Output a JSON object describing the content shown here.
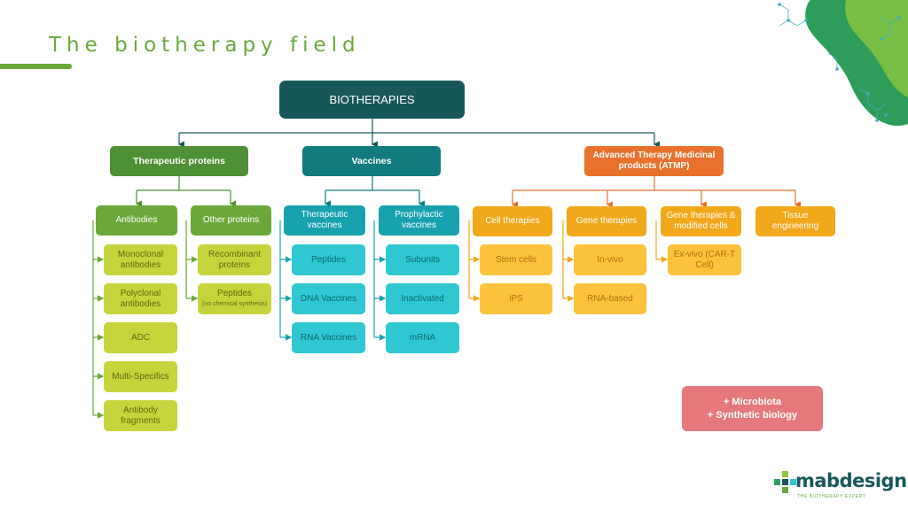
{
  "title": "The biotherapy field",
  "root": "BIOTHERAPIES",
  "categories": {
    "proteins": "Therapeutic proteins",
    "vaccines": "Vaccines",
    "atmp": "Advanced Therapy Medicinal products (ATMP)"
  },
  "proteins": {
    "antibodies": {
      "label": "Antibodies",
      "items": [
        "Monoclonal antibodies",
        "Polyclonal antibodies",
        "ADC",
        "Multi-Specifics",
        "Antibody fragments"
      ]
    },
    "other": {
      "label": "Other proteins",
      "items": [
        "Recombinant proteins",
        "Peptides"
      ],
      "peptides_note": "(no chemical synthesis)"
    }
  },
  "vaccines": {
    "therapeutic": {
      "label": "Therapeutic vaccines",
      "items": [
        "Peptides",
        "DNA Vaccines",
        "RNA Vaccines"
      ]
    },
    "prophylactic": {
      "label": "Prophylactic vaccines",
      "items": [
        "Subunits",
        "Inactivated",
        "mRNA"
      ]
    }
  },
  "atmp": {
    "cell": {
      "label": "Cell therapies",
      "items": [
        "Stem cells",
        "iPS"
      ]
    },
    "gene": {
      "label": "Gene therapies",
      "items": [
        "In-vivo",
        "RNA-based"
      ]
    },
    "gene_modified": {
      "label": "Gene therapies & modified cells",
      "items": [
        "Ex-vivo (CAR-T Cell)"
      ]
    },
    "tissue": {
      "label": "Tissue engineering"
    }
  },
  "extra": {
    "line1": "+ Microbiota",
    "line2": "+ Synthetic biology"
  },
  "logo": {
    "name": "mabdesign",
    "tagline": "THE BIOTHERAPY EXPERT"
  },
  "colors": {
    "root": "#17575b",
    "green_header": "#4f8f35",
    "teal_header": "#127b80",
    "orange_header": "#e8712b",
    "green": "#6aa83b",
    "teal": "#17a2ae",
    "yellow": "#f2a81b",
    "lime": "#c6d43c",
    "cyan": "#2fc7d1",
    "amber": "#fbc33c",
    "pink": "#e4787a"
  }
}
